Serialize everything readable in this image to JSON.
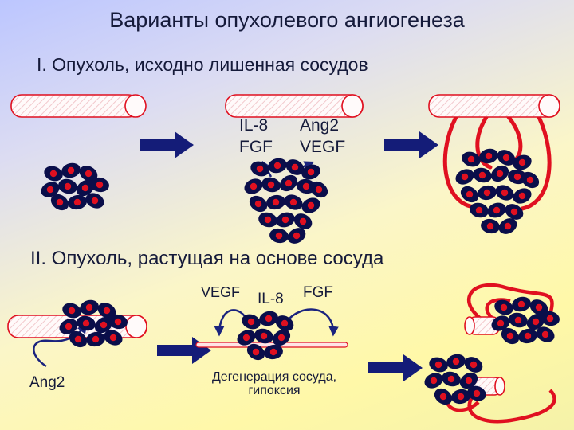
{
  "title": "Варианты опухолевого ангиогенеза",
  "section1": {
    "heading": "I. Опухоль, исходно лишенная сосудов"
  },
  "section2": {
    "heading": "II. Опухоль, растущая на основе сосуда"
  },
  "factors": {
    "il8": "IL-8",
    "ang2": "Ang2",
    "fgf": "FGF",
    "vegf": "VEGF",
    "vegf2": "VEGF",
    "il8_2": "IL-8",
    "fgf2": "FGF"
  },
  "labels": {
    "ang2_bottom": "Ang2",
    "degeneration": "Дегенерация сосуда, гипоксия"
  },
  "colors": {
    "vessel_fill": "#fffafa",
    "vessel_outline": "#e01020",
    "cell_body": "#0a0e4a",
    "cell_nucleus": "#e01020",
    "process_arrow": "#141c78",
    "new_vessel": "#e01020",
    "factor_arrow": "#1a237e"
  }
}
